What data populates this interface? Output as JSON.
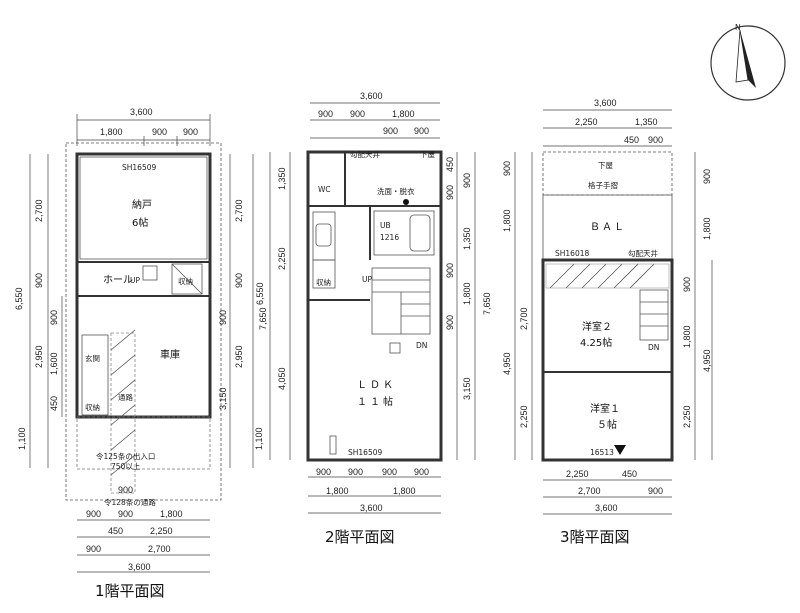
{
  "titles": {
    "floor1": "1階平面図",
    "floor2": "2階平面図",
    "floor3": "3階平面図"
  },
  "floor1": {
    "rooms": {
      "nando": "納戸",
      "nando_size": "6帖",
      "hall": "ホール",
      "up": "UP",
      "storage_top": "収納",
      "entrance": "玄関",
      "storage": "収納",
      "garage": "車庫",
      "passage": "通路",
      "sh": "SH16509"
    },
    "notes": {
      "road1": "令125条の出入口",
      "road1_w": "750以上",
      "road2": "令128条の通路"
    },
    "dims": {
      "top_total": "3,600",
      "top_a": "1,800",
      "top_b": "900",
      "top_c": "900",
      "left_total": "6,550",
      "left_a": "2,700",
      "left_b": "900",
      "left_c": "900",
      "left_d": "1,600",
      "left_e": "450",
      "left_e2": "2,950",
      "left_f": "1,100",
      "right_a": "2,700",
      "right_b": "900",
      "right_c": "900",
      "right_d": "2,950",
      "right_e": "3,150",
      "right_f": "1,100",
      "right_total": "6,550",
      "b1_a": "900",
      "b1_b": "900",
      "b1_c": "1,800",
      "b2_a": "450",
      "b2_b": "2,250",
      "b3_a": "900",
      "b3_b": "2,700",
      "b4": "3,600",
      "road_w": "900"
    }
  },
  "floor2": {
    "rooms": {
      "slope": "勾配天井",
      "shed": "下屋",
      "wash": "洗面・脱衣",
      "ub": "UB",
      "ub_size": "1216",
      "ldk": "ＬＤＫ",
      "ldk_size": "１１帖",
      "up": "UP",
      "dn": "DN",
      "sh": "SH16509",
      "wc": "WC",
      "storage": "収納"
    },
    "dims": {
      "top_total": "3,600",
      "top_a": "900",
      "top_b": "900",
      "top_c": "1,800",
      "top_d": "900",
      "top_e": "900",
      "left_a": "1,350",
      "left_b": "2,250",
      "left_c": "4,050",
      "left_total": "7,650",
      "right_a": "450",
      "right_b": "900",
      "right_c": "900",
      "right_d": "1,350",
      "right_e": "900",
      "right_f": "1,800",
      "right_g": "900",
      "right_h": "3,150",
      "right_total": "7,650",
      "b1_a": "900",
      "b1_b": "900",
      "b1_c": "900",
      "b1_d": "900",
      "b2_a": "1,800",
      "b2_b": "1,800",
      "b3": "3,600"
    }
  },
  "floor3": {
    "rooms": {
      "shed": "下屋",
      "railing": "格子手摺",
      "bal": "ＢＡＬ",
      "sh": "SH16018",
      "slope": "勾配天井",
      "room2": "洋室２",
      "room2_size": "4.25帖",
      "room1": "洋室１",
      "room1_size": "５帖",
      "dn": "DN",
      "sh2": "16513"
    },
    "dims": {
      "top_total": "3,600",
      "top_a": "2,250",
      "top_b": "1,350",
      "top_c": "450",
      "top_d": "900",
      "left_a": "900",
      "left_b": "1,800",
      "left_c": "2,700",
      "left_d": "2,250",
      "left_total": "4,950",
      "right_a": "900",
      "right_b": "1,800",
      "right_c": "900",
      "right_d": "1,800",
      "right_e": "2,250",
      "right_total": "4,950",
      "b1_a": "2,250",
      "b1_b": "450",
      "b2_a": "2,700",
      "b2_b": "900",
      "b3": "3,600"
    }
  },
  "compass": {
    "label": "N"
  }
}
